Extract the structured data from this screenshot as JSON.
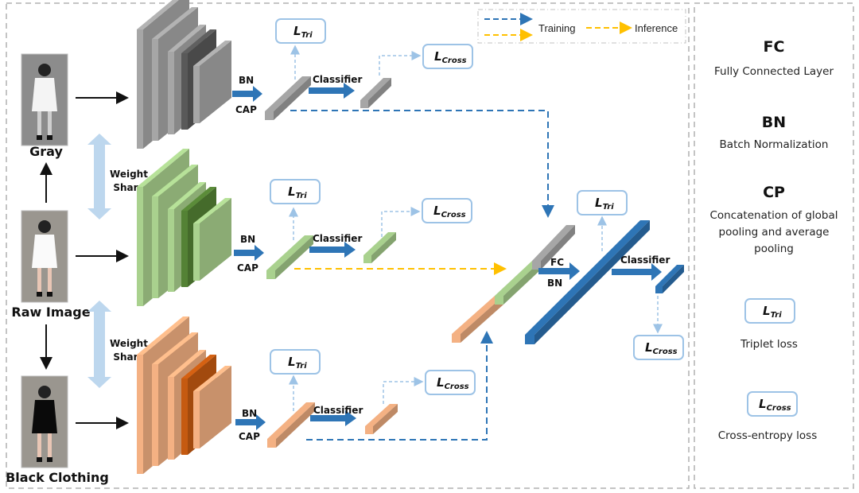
{
  "legend_key": {
    "training_label": "Training",
    "inference_label": "Inference",
    "training_color": "#2e75b6",
    "inference_color": "#ffc000"
  },
  "inputs": {
    "gray": "Gray",
    "raw": "Raw Image",
    "black": "Black Clothing"
  },
  "weight_share": {
    "line1": "Weight",
    "line2": "Share"
  },
  "ops": {
    "bn": "BN",
    "cap": "CAP",
    "classifier": "Classifier",
    "fc": "FC"
  },
  "losses": {
    "L": "L",
    "tri_sub": "Tri",
    "cross_sub": "Cross"
  },
  "glossary": [
    {
      "term": "FC",
      "desc": [
        "Fully Connected Layer"
      ]
    },
    {
      "term": "BN",
      "desc": [
        "Batch Normalization"
      ]
    },
    {
      "term": "CP",
      "desc": [
        "Concatenation of global",
        "pooling and average",
        "pooling"
      ]
    },
    {
      "term": "LTri",
      "desc": [
        "Triplet loss"
      ]
    },
    {
      "term": "LCross",
      "desc": [
        "Cross-entropy loss"
      ]
    }
  ],
  "colors": {
    "gray_branch": [
      "#a6a6a6",
      "#7f7f7f",
      "#595959"
    ],
    "green_branch": [
      "#a9d18e",
      "#8aad72",
      "#548235"
    ],
    "orange_branch": [
      "#f4b183",
      "#d0916a",
      "#c55a11"
    ],
    "fused": "#2e75b6",
    "arrow_blue": "#2e75b6",
    "weight_share_arrow": "#bdd7ee",
    "loss_border": "#9dc3e6"
  }
}
